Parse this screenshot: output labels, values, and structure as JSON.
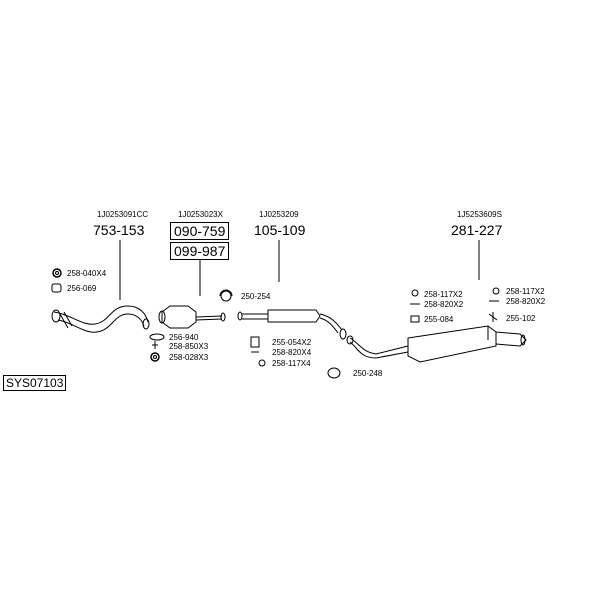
{
  "diagram_code": "SYS07103",
  "sections": [
    {
      "part_no": "1J0253091CC",
      "ref": "753-153"
    },
    {
      "part_no": "1J0253023X",
      "ref_primary": "090-759",
      "ref_secondary": "099-987"
    },
    {
      "part_no": "1J0253209",
      "ref": "105-109"
    },
    {
      "part_no": "1J5253609S",
      "ref": "281-227"
    }
  ],
  "fittings": {
    "f1": "258-040X4",
    "f2": "256-069",
    "f3": "256-940",
    "f4": "258-850X3",
    "f5": "258-028X3",
    "f6": "250-254",
    "f7": "255-054X2",
    "f8": "258-820X4",
    "f9": "258-117X4",
    "f10": "250-248",
    "f11": "258-117X2",
    "f12": "258-820X2",
    "f13": "255-084",
    "f14": "258-117X2",
    "f15": "258-820X2",
    "f16": "255-102"
  }
}
